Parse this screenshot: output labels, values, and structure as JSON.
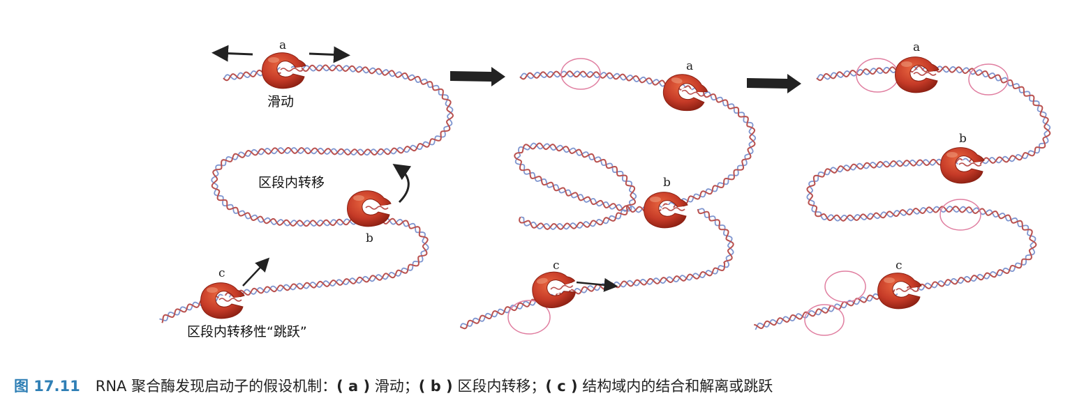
{
  "labels": {
    "enzyme_a": "a",
    "enzyme_b": "b",
    "enzyme_c": "c",
    "sliding": "滑动",
    "intra_transfer": "区段内转移",
    "intra_jump": "区段内转移性“跳跃”"
  },
  "caption": {
    "number": "图 17.11",
    "text": "RNA 聚合酶发现启动子的假设机制：",
    "part_a_key": "( a )",
    "part_a": " 滑动；",
    "part_b_key": "( b )",
    "part_b": " 区段内转移；",
    "part_c_key": "( c )",
    "part_c": " 结构域内的结合和解离或跳跃"
  },
  "colors": {
    "dna_strand_1": "#b9514f",
    "dna_strand_2": "#7f95cf",
    "enzyme": "#c53a27",
    "enzyme_dark": "#8a1f12",
    "circle": "#e07ea0",
    "arrow": "#222222",
    "caption_number": "#2f7fb5"
  }
}
